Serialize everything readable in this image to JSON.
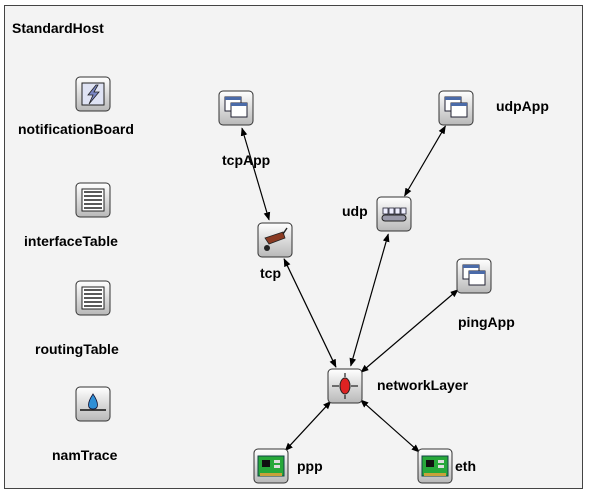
{
  "title": "StandardHost",
  "modules": {
    "notificationBoard": {
      "label": "notificationBoard",
      "icon": "lightning-icon"
    },
    "interfaceTable": {
      "label": "interfaceTable",
      "icon": "table-icon"
    },
    "routingTable": {
      "label": "routingTable",
      "icon": "table-icon"
    },
    "namTrace": {
      "label": "namTrace",
      "icon": "drop-icon"
    },
    "tcpApp": {
      "label": "tcpApp",
      "icon": "windows-icon"
    },
    "udpApp": {
      "label": "udpApp",
      "icon": "windows-icon"
    },
    "udp": {
      "label": "udp",
      "icon": "conveyor-icon"
    },
    "tcp": {
      "label": "tcp",
      "icon": "wheelbarrow-icon"
    },
    "pingApp": {
      "label": "pingApp",
      "icon": "windows-icon"
    },
    "networkLayer": {
      "label": "networkLayer",
      "icon": "router-icon"
    },
    "ppp": {
      "label": "ppp",
      "icon": "nic-icon"
    },
    "eth": {
      "label": "eth",
      "icon": "nic-icon"
    }
  },
  "connections": [
    [
      "tcpApp",
      "tcp"
    ],
    [
      "udpApp",
      "udp"
    ],
    [
      "tcp",
      "networkLayer"
    ],
    [
      "udp",
      "networkLayer"
    ],
    [
      "pingApp",
      "networkLayer"
    ],
    [
      "networkLayer",
      "ppp"
    ],
    [
      "networkLayer",
      "eth"
    ]
  ]
}
